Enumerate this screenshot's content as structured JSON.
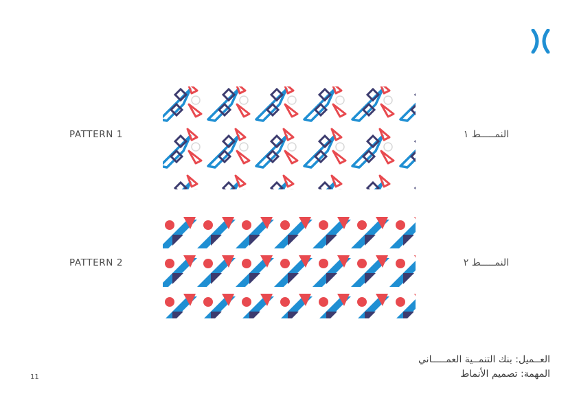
{
  "patterns": [
    {
      "label_en": "PATTERN 1",
      "label_ar": "النمـــــط ١"
    },
    {
      "label_en": "PATTERN 2",
      "label_ar": "النمـــــط ٢"
    }
  ],
  "footer": {
    "client": "العــميل: بنك التنمــية العمـــــاني",
    "task": "المهمة: تصميم الأنماط"
  },
  "page_number": "11",
  "colors": {
    "red": "#e84a4f",
    "blue": "#1f8fd3",
    "navy": "#3c3b6e",
    "light": "#d8d8d8"
  }
}
